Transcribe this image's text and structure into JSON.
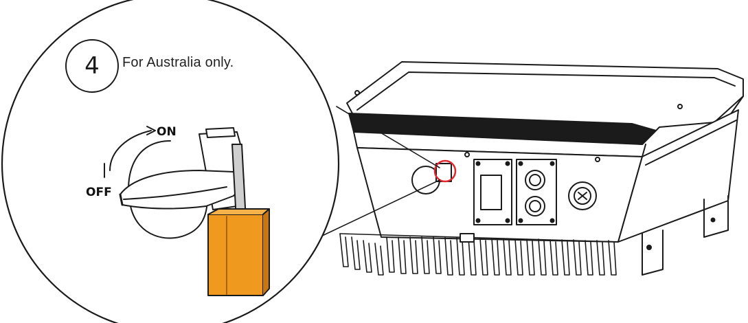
{
  "step": {
    "number": "4",
    "instruction": "For Australia only."
  },
  "switch_labels": {
    "on": "ON",
    "off": "OFF"
  },
  "colors": {
    "padlock": "#ef9a1e",
    "padlock_dark": "#a86200",
    "highlight_ring": "#e0282e",
    "line": "#1a1a1a"
  },
  "icons": {
    "rotation_arrow": "curved-arrow-icon",
    "lock": "padlock-icon"
  }
}
